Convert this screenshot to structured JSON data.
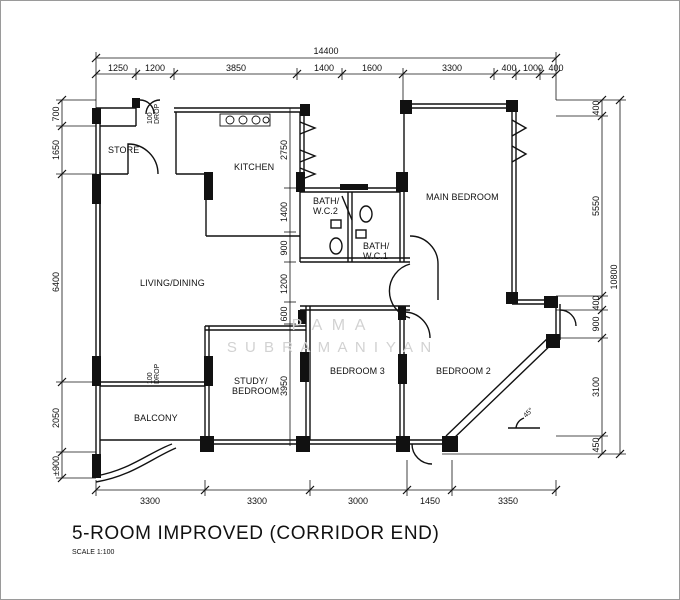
{
  "title": "5-ROOM IMPROVED (CORRIDOR END)",
  "scale": "SCALE   1:100",
  "watermark": {
    "line1": "P  A  M  A",
    "line2": "S U B R A M A N I Y A N"
  },
  "rooms": {
    "store": "STORE",
    "kitchen": "KITCHEN",
    "living_dining": "LIVING/DINING",
    "main_bedroom": "MAIN BEDROOM",
    "bath_wc2_a": "BATH/",
    "bath_wc2_b": "W.C.2",
    "bath_wc1_a": "BATH/",
    "bath_wc1_b": "W.C.1",
    "study_a": "STUDY/",
    "study_b": "BEDROOM",
    "bedroom3": "BEDROOM 3",
    "bedroom2": "BEDROOM 2",
    "balcony": "BALCONY"
  },
  "labels": {
    "drop_top_a": "100",
    "drop_top_b": "DROP",
    "drop_bottom_a": "100",
    "drop_bottom_b": "DROP",
    "angle": "45°"
  },
  "dimensions": {
    "top_overall": "14400",
    "top": [
      "1250",
      "1200",
      "3850",
      "1400",
      "1600",
      "3300",
      "400",
      "1000",
      "400"
    ],
    "left": [
      "700",
      "1650",
      "6400",
      "2050",
      "±900"
    ],
    "inner": [
      "2750",
      "1400",
      "900",
      "1200",
      "600",
      "3950"
    ],
    "right": [
      "400",
      "5550",
      "400",
      "900",
      "3100",
      "450"
    ],
    "right_overall": "10800",
    "bottom": [
      "3300",
      "3300",
      "3000",
      "1450",
      "3350"
    ]
  }
}
